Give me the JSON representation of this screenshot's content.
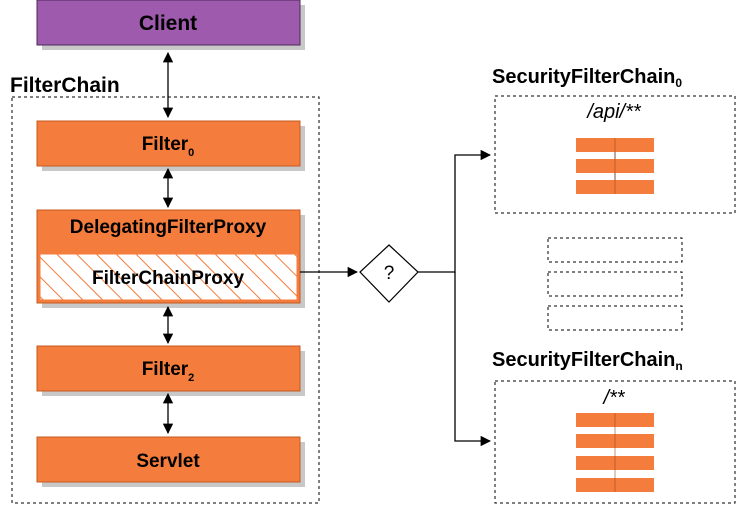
{
  "client": {
    "label": "Client"
  },
  "filter_chain": {
    "label": "FilterChain",
    "filter0": {
      "label": "Filter",
      "sub": "0"
    },
    "delegating_proxy": {
      "label": "DelegatingFilterProxy"
    },
    "filter_chain_proxy": {
      "label": "FilterChainProxy"
    },
    "filter2": {
      "label": "Filter",
      "sub": "2"
    },
    "servlet": {
      "label": "Servlet"
    }
  },
  "decision": {
    "label": "?"
  },
  "security_chains": [
    {
      "title": "SecurityFilterChain",
      "sub": "0",
      "pattern": "/api/**"
    },
    {
      "title": "SecurityFilterChain",
      "sub": "n",
      "pattern": "/**"
    }
  ],
  "colors": {
    "client_fill": "#9e5aad",
    "client_border": "#4a2858",
    "filter_fill": "#f47c3c",
    "filter_border": "#c55a1f",
    "shadow": "#c8c8c8"
  }
}
